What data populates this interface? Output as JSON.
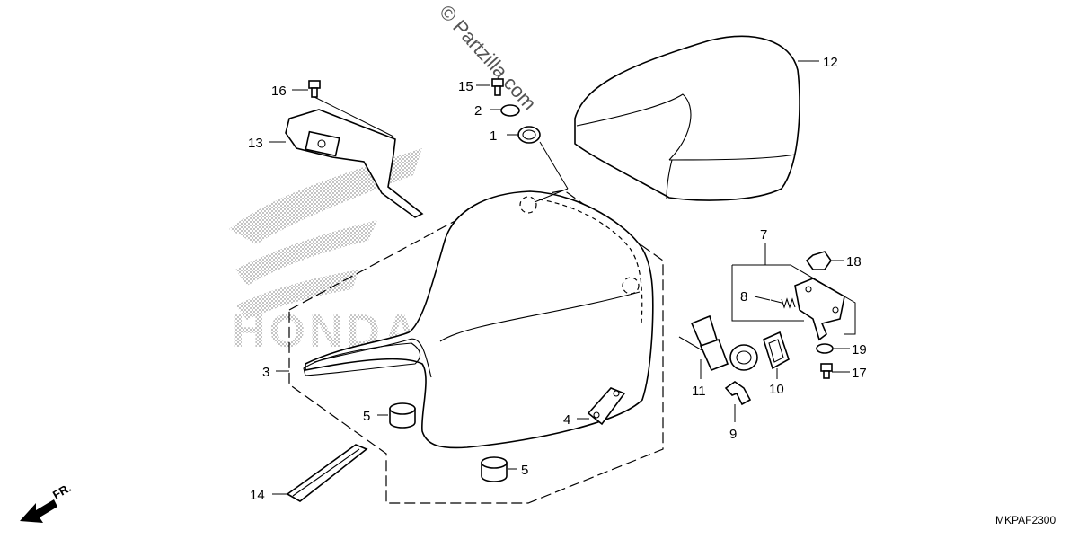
{
  "watermark": {
    "text": "© Partzilla.com",
    "logo": "HONDA"
  },
  "orientation": {
    "label": "FR.",
    "icon": "front-arrow-icon"
  },
  "diagram_code": "MKPAF2300",
  "callouts": [
    {
      "id": "1",
      "text": "1"
    },
    {
      "id": "2",
      "text": "2"
    },
    {
      "id": "3",
      "text": "3"
    },
    {
      "id": "4",
      "text": "4"
    },
    {
      "id": "5a",
      "text": "5"
    },
    {
      "id": "5b",
      "text": "5"
    },
    {
      "id": "7",
      "text": "7"
    },
    {
      "id": "8",
      "text": "8"
    },
    {
      "id": "9",
      "text": "9"
    },
    {
      "id": "10",
      "text": "10"
    },
    {
      "id": "11",
      "text": "11"
    },
    {
      "id": "12",
      "text": "12"
    },
    {
      "id": "13",
      "text": "13"
    },
    {
      "id": "14",
      "text": "14"
    },
    {
      "id": "15",
      "text": "15"
    },
    {
      "id": "16",
      "text": "16"
    },
    {
      "id": "17",
      "text": "17"
    },
    {
      "id": "18",
      "text": "18"
    },
    {
      "id": "19",
      "text": "19"
    }
  ]
}
